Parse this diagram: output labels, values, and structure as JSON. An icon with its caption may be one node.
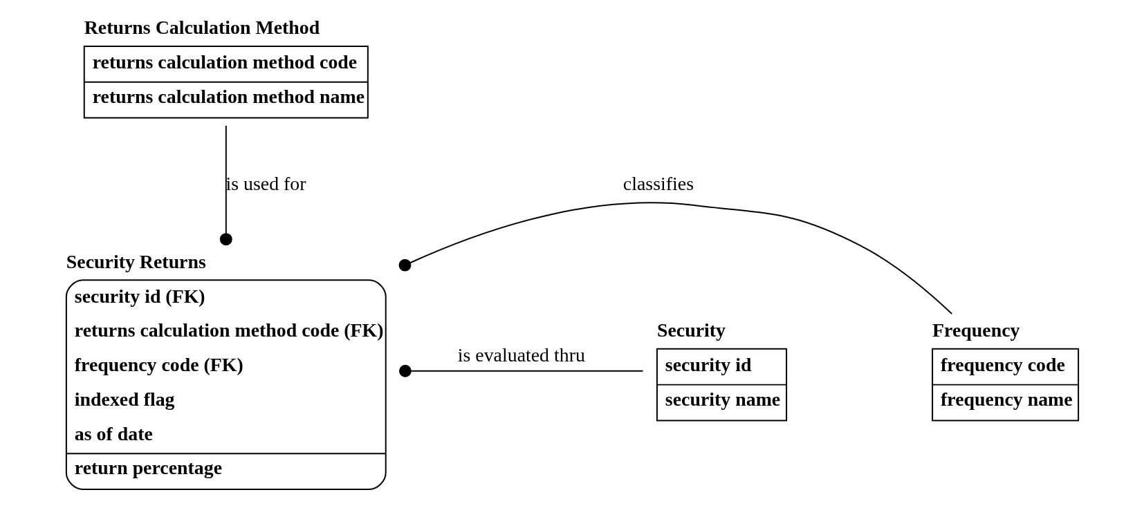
{
  "diagram": {
    "nodes": [
      {
        "text": [
          "Returns Calculation Method",
          "returns calculation method code",
          "returns calculation method name"
        ]
      },
      {
        "text": [
          "Security Returns",
          "security id (FK)",
          "returns calculation method code (FK)",
          "frequency code (FK)",
          "indexed flag",
          "as of date",
          "return percentage"
        ]
      },
      {
        "text": [
          "Security",
          "security id",
          "security name"
        ]
      },
      {
        "text": [
          "Frequency",
          "frequency code",
          "frequency name"
        ]
      }
    ],
    "edges": [
      {
        "from": 0,
        "to": 1,
        "arrow": "other",
        "label": "is used for"
      },
      {
        "from": 2,
        "to": 1,
        "arrow": "other",
        "label": "is evaluated thru"
      },
      {
        "from": 3,
        "to": 1,
        "arrow": "other",
        "label": "classifies"
      }
    ]
  }
}
